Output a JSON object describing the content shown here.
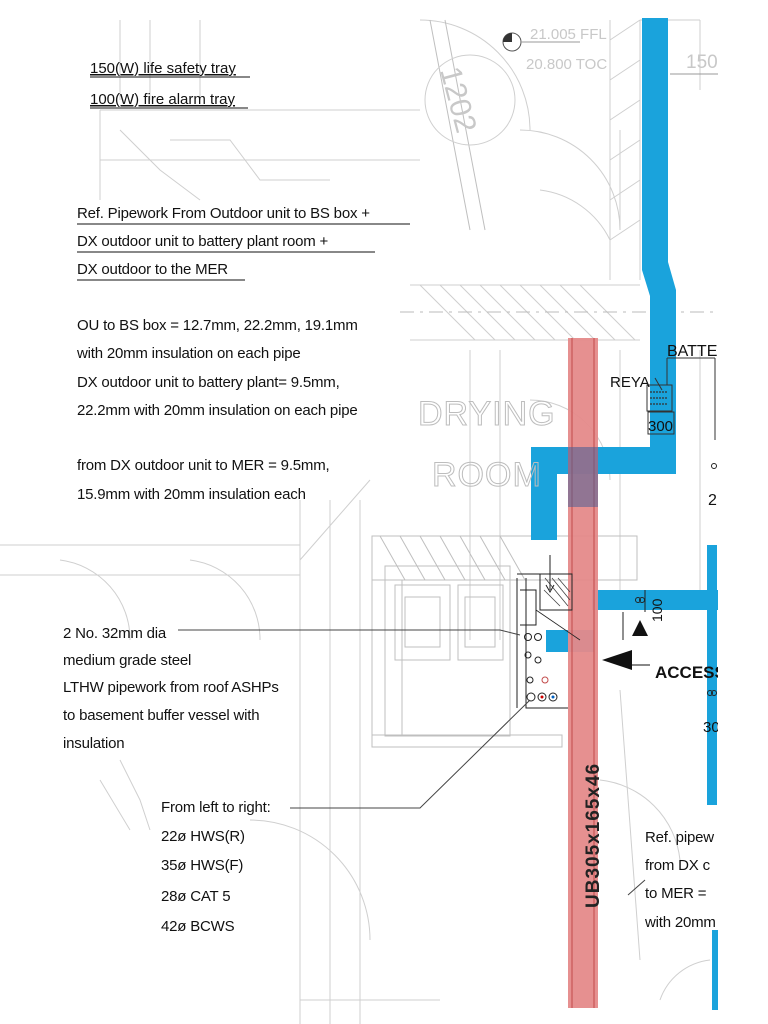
{
  "labels": {
    "tray1": "150(W) life safety tray",
    "tray2": "100(W) fire alarm tray",
    "ref_lines": [
      "Ref. Pipework From Outdoor unit to BS box +",
      "DX outdoor unit to battery plant room +",
      "DX outdoor to the MER"
    ],
    "ou_lines": [
      "OU to BS box = 12.7mm, 22.2mm, 19.1mm",
      "with 20mm insulation on each pipe",
      "DX outdoor unit to battery plant= 9.5mm,",
      "22.2mm with 20mm insulation on each pipe"
    ],
    "mer_lines": [
      "from DX outdoor unit to MER = 9.5mm,",
      "15.9mm with 20mm insulation each"
    ],
    "lthw_lines": [
      "2 No. 32mm dia",
      "medium grade steel",
      "LTHW pipework from roof ASHPs",
      "to basement buffer vessel with",
      "insulation"
    ],
    "left_right_lines": [
      "From left to right:",
      "22ø HWS(R)",
      "35ø HWS(F)",
      "28ø CAT 5",
      "42ø BCWS"
    ],
    "ref_right_lines": [
      "Ref. pipew",
      "from DX c",
      "to MER =",
      "with 20mm"
    ],
    "ffl": "21.005 FFL",
    "toc": "20.800 TOC",
    "dim150": "150",
    "room_line1": "DRYING",
    "room_line2": "ROOM",
    "batter": "BATTER",
    "reya": "REYA",
    "access": "ACCESS",
    "beam": "UB305x165x46",
    "num300a": "300",
    "num300b": "30",
    "num100": "100",
    "num2": "2",
    "door_tag": "1202"
  },
  "colors": {
    "duct": "#1aa3dc",
    "beam": "#e58a8a",
    "beam_edge": "#c24a4a",
    "overlap": "#4a5f95"
  }
}
